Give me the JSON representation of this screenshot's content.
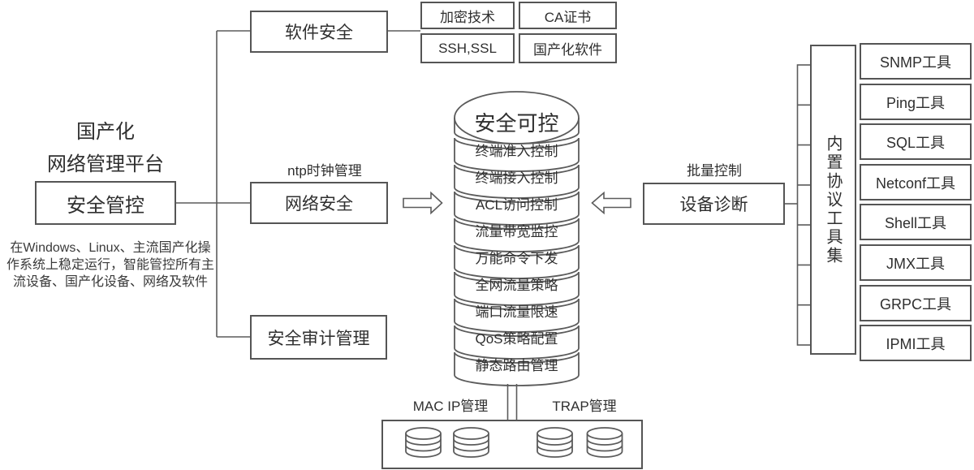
{
  "platform": {
    "title_line1": "国产化",
    "title_line2": "网络管理平台",
    "main_box": "安全管控",
    "description_lines": [
      "在Windows、Linux、主流国产化操",
      "作系统上稳定运行，智能管控所有主",
      "流设备、国产化设备、网络及软件"
    ]
  },
  "branches": {
    "software_security": "软件安全",
    "network_security": "网络安全",
    "security_audit": "安全审计管理",
    "ntp_label": "ntp时钟管理"
  },
  "software_items": [
    "加密技术",
    "CA证书",
    "SSH,SSL",
    "国产化软件"
  ],
  "stack": {
    "title": "安全可控",
    "layers": [
      "终端准入控制",
      "终端接入控制",
      "ACL访问控制",
      "流量带宽监控",
      "万能命令下发",
      "全网流量策略",
      "端口流量限速",
      "QoS策略配置",
      "静态路由管理"
    ]
  },
  "diagnosis": {
    "label": "批量控制",
    "box": "设备诊断"
  },
  "toolset": {
    "title": "内置协议工具集",
    "tools": [
      "SNMP工具",
      "Ping工具",
      "SQL工具",
      "Netconf工具",
      "Shell工具",
      "JMX工具",
      "GRPC工具",
      "IPMI工具"
    ]
  },
  "bottom": {
    "left_label": "MAC IP管理",
    "right_label": "TRAP管理"
  },
  "colors": {
    "line": "#5b5b5b",
    "text": "#2f2f2f",
    "background": "#ffffff"
  }
}
